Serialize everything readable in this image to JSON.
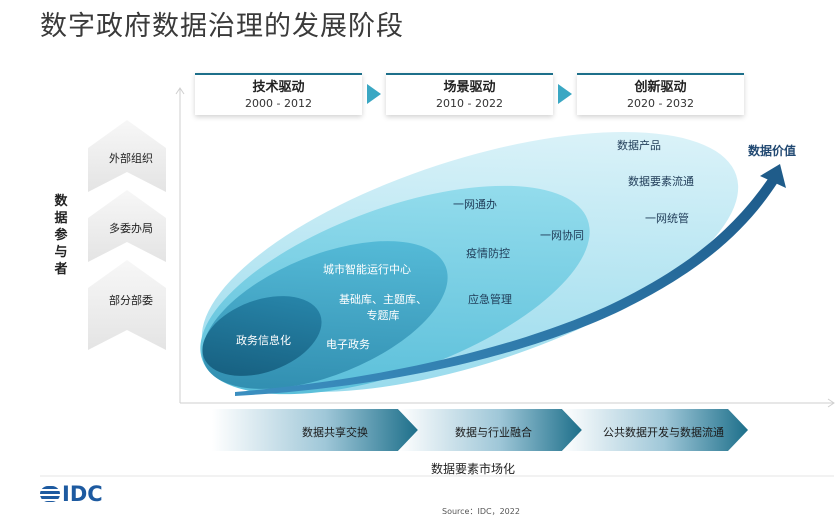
{
  "title": "数字政府数据治理的发展阶段",
  "stages": [
    {
      "name": "技术驱动",
      "years": "2000 - 2012"
    },
    {
      "name": "场景驱动",
      "years": "2010 - 2022"
    },
    {
      "name": "创新驱动",
      "years": "2020 - 2032"
    }
  ],
  "y_axis_label": [
    "数",
    "据",
    "参",
    "与",
    "者"
  ],
  "participants": [
    "外部组织",
    "多委办局",
    "部分部委"
  ],
  "inner_labels": {
    "zhengwu_xinxihua": "政务信息化",
    "dianzi_zhengwu": "电子政务",
    "chengshi_zhineng": "城市智能运行中心",
    "jichuku_line1": "基础库、主题库、",
    "jichuku_line2": "专题库",
    "yiwang_tongban": "一网通办",
    "yiqing_fangkong": "疫情防控",
    "yingji_guanli": "应急管理",
    "yiwang_xietong": "一网协同",
    "shuju_chanpin": "数据产品",
    "shuju_yaosu_liutong": "数据要素流通",
    "yiwang_tongguan": "一网统管"
  },
  "value_label": "数据价值",
  "market_steps": [
    "数据共享交换",
    "数据与行业融合",
    "公共数据开发与数据流通"
  ],
  "x_axis_label": "数据要素市场化",
  "logo": "IDC",
  "source": "Source：IDC，2022",
  "colors": {
    "accent": "#1d6f8a",
    "stage_arrow": "#3aa7c3",
    "outer_ellipse": "#cdeef7",
    "mid_ellipse": "#7fd3e8",
    "inner_ellipse": "#2f97b8",
    "core_ellipse": "#1a6c8e",
    "value_arrow": "#1f5c8a"
  }
}
